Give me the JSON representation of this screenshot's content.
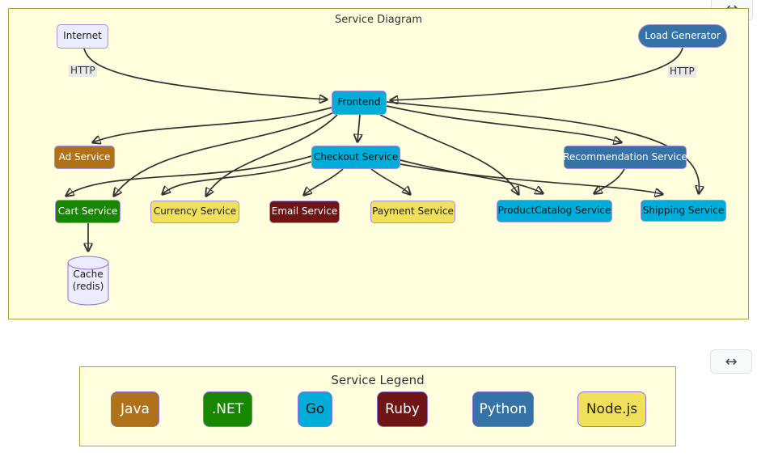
{
  "controls": {
    "diagram_expand_icon": "↔",
    "legend_expand_icon": "↔"
  },
  "diagram": {
    "title": "Service Diagram",
    "background": "#ffffde",
    "border_color": "#aaaa33",
    "edge_color": "#333333",
    "nodes": {
      "internet": {
        "label": "Internet",
        "tech": "default",
        "shape": "rect"
      },
      "load_generator": {
        "label": "Load Generator",
        "tech": "python",
        "shape": "stadium"
      },
      "frontend": {
        "label": "Frontend",
        "tech": "go",
        "shape": "rect"
      },
      "ad": {
        "label": "Ad Service",
        "tech": "java",
        "shape": "rect"
      },
      "checkout": {
        "label": "Checkout Service",
        "tech": "go",
        "shape": "rect"
      },
      "recommendation": {
        "label": "Recommendation Service",
        "tech": "python",
        "shape": "rect"
      },
      "cart": {
        "label": "Cart Service",
        "tech": "dotnet",
        "shape": "rect"
      },
      "currency": {
        "label": "Currency Service",
        "tech": "nodejs",
        "shape": "rect"
      },
      "email": {
        "label": "Email Service",
        "tech": "ruby",
        "shape": "rect"
      },
      "payment": {
        "label": "Payment Service",
        "tech": "nodejs",
        "shape": "rect"
      },
      "product_catalog": {
        "label": "ProductCatalog Service",
        "tech": "go",
        "shape": "rect"
      },
      "shipping": {
        "label": "Shipping Service",
        "tech": "go",
        "shape": "rect"
      },
      "cache": {
        "label": "Cache (redis)",
        "line1": "Cache",
        "line2": "(redis)",
        "tech": "default",
        "shape": "cylinder"
      }
    },
    "edges": [
      {
        "from": "internet",
        "to": "frontend",
        "label": "HTTP"
      },
      {
        "from": "load_generator",
        "to": "frontend",
        "label": "HTTP"
      },
      {
        "from": "frontend",
        "to": "checkout",
        "label": ""
      },
      {
        "from": "frontend",
        "to": "ad",
        "label": ""
      },
      {
        "from": "frontend",
        "to": "recommendation",
        "label": ""
      },
      {
        "from": "frontend",
        "to": "cart",
        "label": ""
      },
      {
        "from": "frontend",
        "to": "currency",
        "label": ""
      },
      {
        "from": "frontend",
        "to": "product_catalog",
        "label": ""
      },
      {
        "from": "frontend",
        "to": "shipping",
        "label": ""
      },
      {
        "from": "checkout",
        "to": "cart",
        "label": ""
      },
      {
        "from": "checkout",
        "to": "currency",
        "label": ""
      },
      {
        "from": "checkout",
        "to": "email",
        "label": ""
      },
      {
        "from": "checkout",
        "to": "payment",
        "label": ""
      },
      {
        "from": "checkout",
        "to": "product_catalog",
        "label": ""
      },
      {
        "from": "checkout",
        "to": "shipping",
        "label": ""
      },
      {
        "from": "recommendation",
        "to": "product_catalog",
        "label": ""
      },
      {
        "from": "cart",
        "to": "cache",
        "label": ""
      }
    ]
  },
  "legend": {
    "title": "Service Legend",
    "background": "#ffffde",
    "border_color": "#aaaa33",
    "items": [
      {
        "label": "Java",
        "color": "#b07219",
        "text_color": "#ffffff"
      },
      {
        "label": ".NET",
        "color": "#178600",
        "text_color": "#ffffff"
      },
      {
        "label": "Go",
        "color": "#00add8",
        "text_color": "#000000"
      },
      {
        "label": "Ruby",
        "color": "#701516",
        "text_color": "#ffffff"
      },
      {
        "label": "Python",
        "color": "#3572a5",
        "text_color": "#ffffff"
      },
      {
        "label": "Node.js",
        "color": "#f1e05a",
        "text_color": "#000000"
      }
    ]
  }
}
